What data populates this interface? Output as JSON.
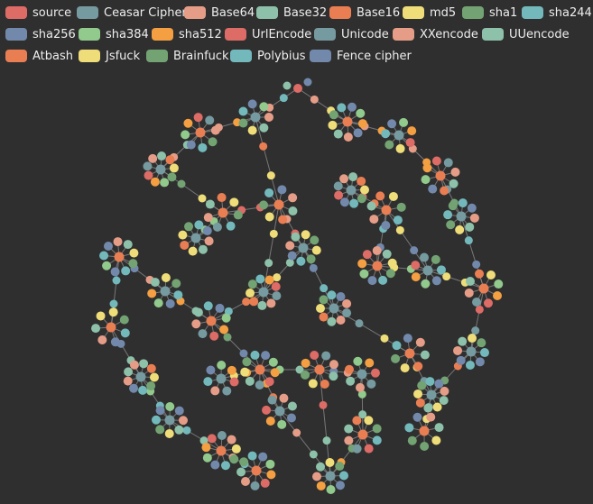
{
  "legend": [
    {
      "label": "source",
      "color": "#dd6b66"
    },
    {
      "label": "Ceasar Cipher",
      "color": "#759aa0"
    },
    {
      "label": "Base64",
      "color": "#e69d87"
    },
    {
      "label": "Base32",
      "color": "#8dc1a9"
    },
    {
      "label": "Base16",
      "color": "#ea7e53"
    },
    {
      "label": "md5",
      "color": "#eedd78"
    },
    {
      "label": "sha1",
      "color": "#73a373"
    },
    {
      "label": "sha244",
      "color": "#73b9bc"
    },
    {
      "label": "sha256",
      "color": "#7289ab"
    },
    {
      "label": "sha384",
      "color": "#91ca8c"
    },
    {
      "label": "sha512",
      "color": "#f49f42"
    },
    {
      "label": "UrlEncode",
      "color": "#dd6b66"
    },
    {
      "label": "Unicode",
      "color": "#759aa0"
    },
    {
      "label": "XXencode",
      "color": "#e69d87"
    },
    {
      "label": "UUencode",
      "color": "#8dc1a9"
    },
    {
      "label": "Atbash",
      "color": "#ea7e53"
    },
    {
      "label": "Jsfuck",
      "color": "#eedd78"
    },
    {
      "label": "Brainfuck",
      "color": "#73a373"
    },
    {
      "label": "Polybius",
      "color": "#73b9bc"
    },
    {
      "label": "Fence cipher",
      "color": "#7289ab"
    }
  ],
  "colors": {
    "background": "#2f2f2f",
    "edge": "#8a8a8a"
  },
  "chart_data": {
    "type": "graph",
    "layout": "force",
    "categories": [
      "source",
      "Ceasar Cipher",
      "Base64",
      "Base32",
      "Base16",
      "md5",
      "sha1",
      "sha244",
      "sha256",
      "sha384",
      "sha512",
      "UrlEncode",
      "Unicode",
      "XXencode",
      "UUencode",
      "Atbash",
      "Jsfuck",
      "Brainfuck",
      "Polybius",
      "Fence cipher"
    ],
    "source_category": "source",
    "hub_category_sequence": [
      "Ceasar Cipher",
      "Base16",
      "Ceasar Cipher",
      "Base16",
      "Ceasar Cipher",
      "Base16",
      "Ceasar Cipher",
      "Base16",
      "Ceasar Cipher",
      "Base16",
      "Ceasar Cipher",
      "Base16",
      "Ceasar Cipher",
      "Base16",
      "Ceasar Cipher",
      "Base16",
      "Ceasar Cipher",
      "Base16",
      "Ceasar Cipher",
      "Base16",
      "Ceasar Cipher",
      "Base16",
      "Ceasar Cipher",
      "Base16",
      "Ceasar Cipher",
      "Base16",
      "Ceasar Cipher",
      "Base16",
      "Ceasar Cipher",
      "Base16"
    ],
    "leaf_category_cycle": [
      "Base64",
      "Base32",
      "md5",
      "sha1",
      "sha244",
      "sha256",
      "sha384",
      "sha512",
      "UrlEncode",
      "Unicode",
      "XXencode",
      "UUencode",
      "Atbash",
      "Jsfuck",
      "Brainfuck",
      "Polybius",
      "Fence cipher"
    ]
  }
}
